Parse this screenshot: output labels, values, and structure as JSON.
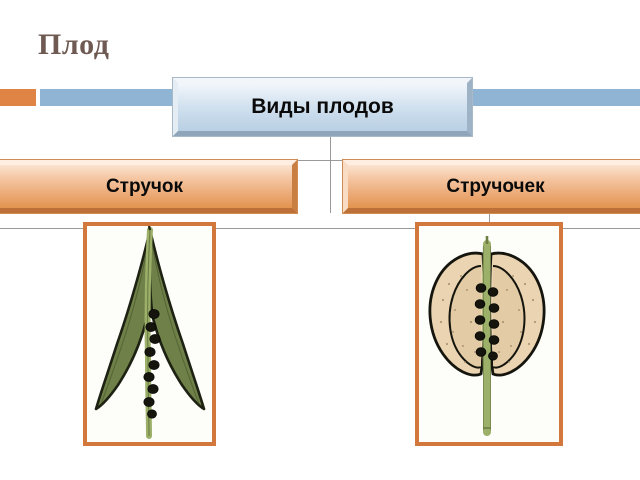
{
  "slide": {
    "title": "Плод",
    "background_color": "#ffffff"
  },
  "accents": {
    "orange_block_color": "#e08445",
    "blue_bar_color": "#8fb4d4"
  },
  "diagram": {
    "root": {
      "label": "Виды плодов",
      "fill_color": "#cadcec",
      "text_color": "#0a0a0a"
    },
    "branches": [
      {
        "label": "Стручок",
        "fill_color": "#eba874",
        "text_color": "#0a0a0a",
        "figure": {
          "name": "silique-illustration",
          "description": "Вскрытый стручок с двумя створками и семенами на перегородке",
          "valve_color": "#5f7040",
          "septum_color": "#9cb06a",
          "seed_color": "#1a1a12"
        }
      },
      {
        "label": "Стручочек",
        "fill_color": "#eba874",
        "text_color": "#0a0a0a",
        "figure": {
          "name": "silicle-illustration",
          "description": "Вскрытый стручочек с двумя округлыми створками и семенами на перегородке",
          "valve_color": "#e8d2b0",
          "septum_color": "#9cb06a",
          "seed_color": "#1a1a12"
        }
      }
    ],
    "connector_color": "#9a9a9a",
    "frame_border_color": "#d2783c"
  }
}
